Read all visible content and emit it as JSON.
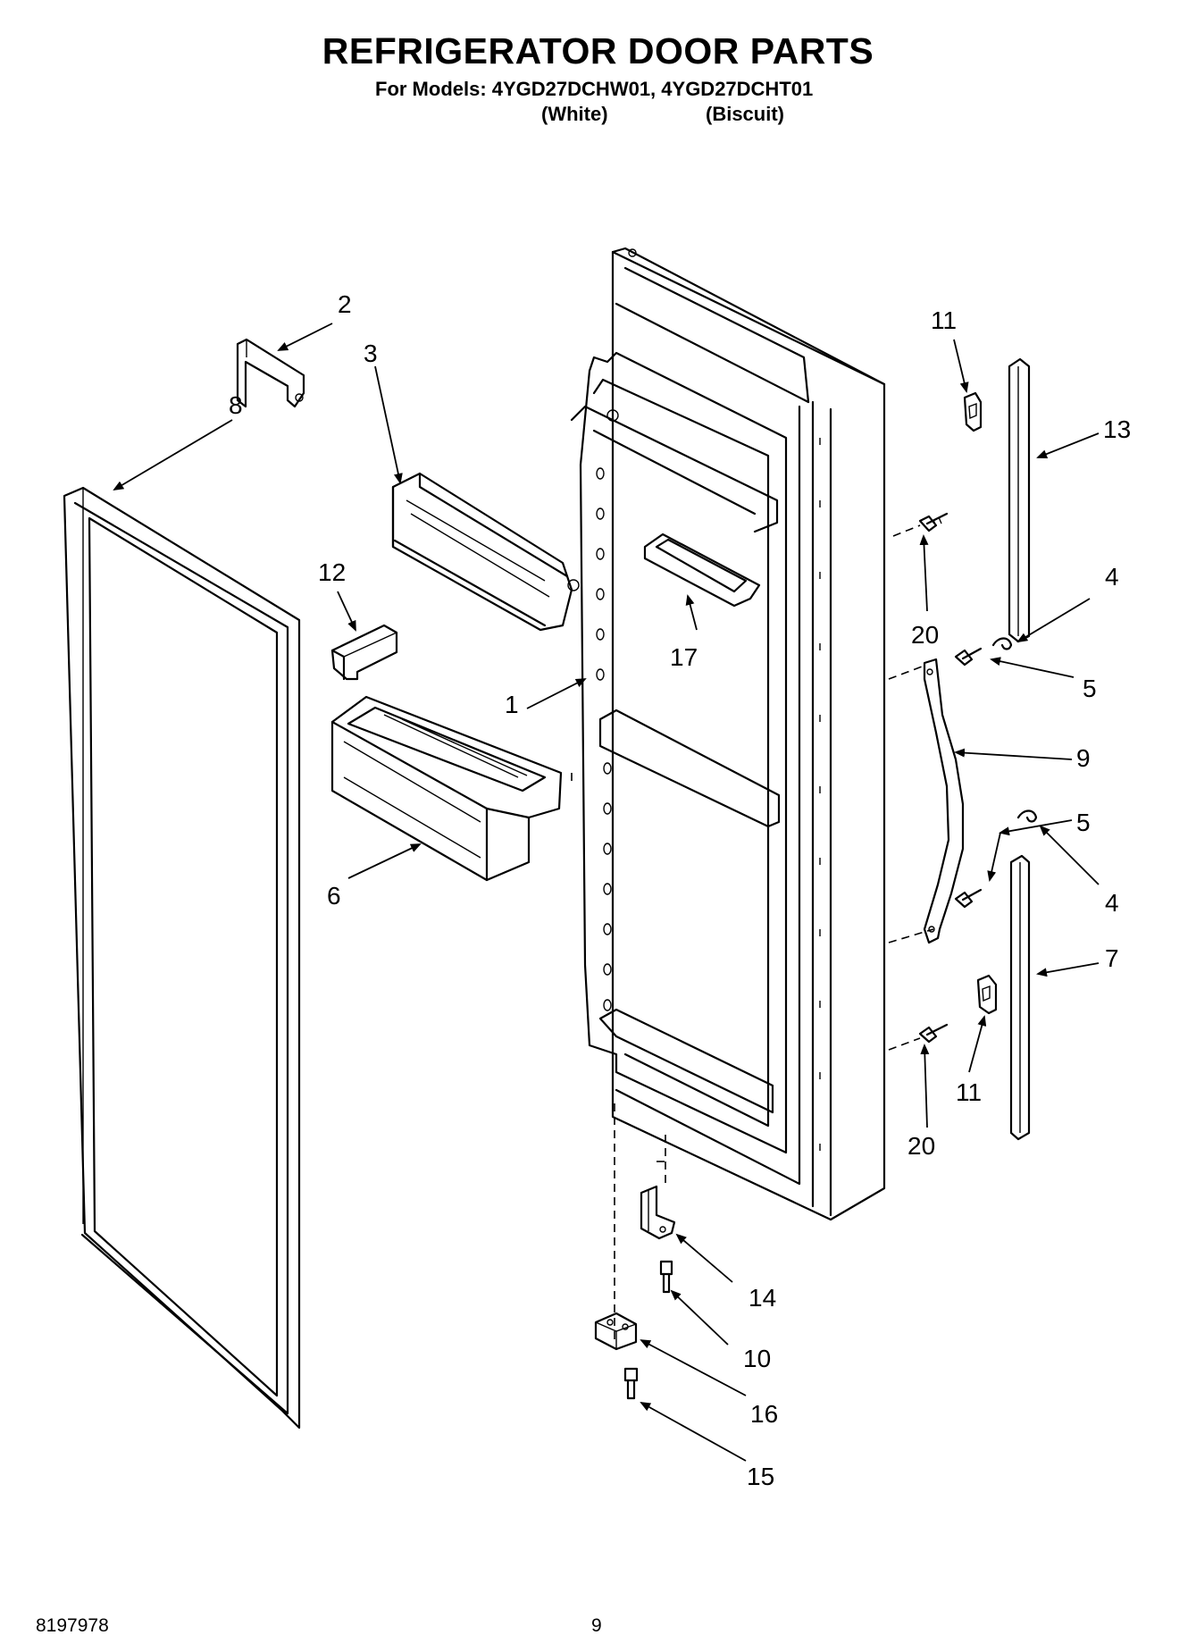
{
  "header": {
    "title": "REFRIGERATOR DOOR PARTS",
    "models_line": "For Models: 4YGD27DCHW01, 4YGD27DCHT01",
    "color_white": "(White)",
    "color_biscuit": "(Biscuit)"
  },
  "callouts": {
    "c1": "1",
    "c2": "2",
    "c3": "3",
    "c4a": "4",
    "c4b": "4",
    "c5a": "5",
    "c5b": "5",
    "c6": "6",
    "c7": "7",
    "c8": "8",
    "c9": "9",
    "c10": "10",
    "c11a": "11",
    "c11b": "11",
    "c12": "12",
    "c13": "13",
    "c14": "14",
    "c15": "15",
    "c16": "16",
    "c17": "17",
    "c20a": "20",
    "c20b": "20"
  },
  "footer": {
    "doc_number": "8197978",
    "page_number": "9"
  }
}
